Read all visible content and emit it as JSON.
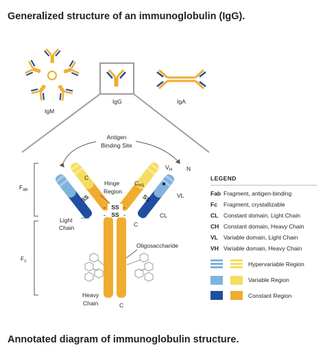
{
  "title": "Generalized structure of an immunoglobulin (IgG).",
  "caption": "Annotated diagram of immunoglobulin structure.",
  "variants": {
    "igm": "IgM",
    "igg": "IgG",
    "iga": "IgA"
  },
  "labels": {
    "antigen_binding_site_1": "Antigen",
    "antigen_binding_site_2": "Binding Site",
    "fab_main": "F",
    "fab_sub": "ab",
    "fc_main": "F",
    "fc_sub": "c",
    "hinge_1": "Hinge",
    "hinge_2": "Region",
    "light_chain_1": "Light",
    "light_chain_2": "Chain",
    "heavy_chain_1": "Heavy",
    "heavy_chain_2": "Chain",
    "oligosaccharide": "Oligosaccharide",
    "vh_main": "V",
    "vh_sub": "H",
    "ch1_main": "C",
    "ch1_sub": "H1",
    "vl": "VL",
    "cl": "CL",
    "n": "N",
    "c_left": "C",
    "c_right": "C",
    "c_bottom": "C",
    "ss": "SS"
  },
  "legend": {
    "heading": "LEGEND",
    "items": [
      {
        "abbr": "Fab",
        "desc": "Fragment, antigen-binding"
      },
      {
        "abbr": "Fc",
        "desc": "Fragment, crystallizable"
      },
      {
        "abbr": "CL",
        "desc": "Constant domain, Light Chain"
      },
      {
        "abbr": "CH",
        "desc": "Constant domain, Heavy Chain"
      },
      {
        "abbr": "VL",
        "desc": "Variable domain, Light Chain"
      },
      {
        "abbr": "VH",
        "desc": "Variable domain, Heavy Chain"
      }
    ],
    "regions": [
      {
        "label": "Hypervariable Region"
      },
      {
        "label": "Variable Region"
      },
      {
        "label": "Constant Region"
      }
    ]
  },
  "colors": {
    "light_constant": "#1f4fa0",
    "light_variable": "#7fb3dd",
    "light_hypervariable": "#a9cdea",
    "heavy_constant": "#f0ac2e",
    "heavy_variable": "#f6dd5f",
    "heavy_hypervariable": "#f9ea9c",
    "outline": "#9c9c9c",
    "text": "#231f20"
  }
}
